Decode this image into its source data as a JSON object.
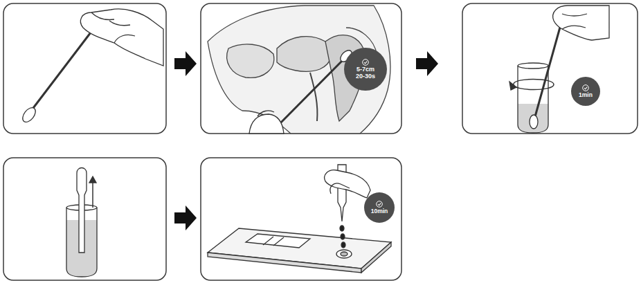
{
  "diagram": {
    "nodes": [
      {
        "text": [
          "5-7cm",
          "20-30s"
        ]
      },
      {
        "text": [
          "1min"
        ]
      },
      {
        "text": [
          "10min"
        ]
      }
    ]
  }
}
